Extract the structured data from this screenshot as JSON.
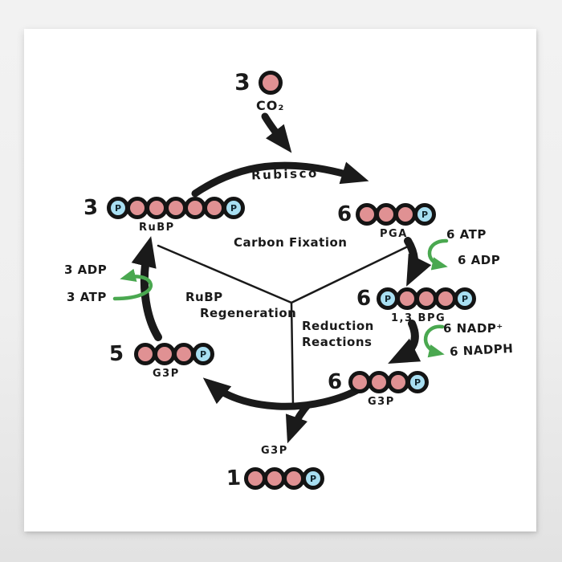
{
  "colors": {
    "background": "#efefef",
    "card": "#ffffff",
    "ink": "#1a1a1a",
    "carbon_fill": "#e09193",
    "phosphate_fill": "#a8dff2",
    "cofactor_arrow_green": "#4aa850"
  },
  "diagram": {
    "enzyme_label": "Rubisco",
    "sections": {
      "carbon_fixation": "Carbon Fixation",
      "regeneration_line1": "RuBP",
      "regeneration_line2": "Regeneration",
      "reduction_line1": "Reduction",
      "reduction_line2": "Reactions"
    },
    "molecules": {
      "co2": {
        "count": "3",
        "beads": [
          "C"
        ],
        "label": "CO₂"
      },
      "rubp": {
        "count": "3",
        "beads": [
          "P",
          "C",
          "C",
          "C",
          "C",
          "C",
          "P"
        ],
        "label": "RuBP"
      },
      "pga": {
        "count": "6",
        "beads": [
          "C",
          "C",
          "C",
          "P"
        ],
        "label": "PGA"
      },
      "bpg": {
        "count": "6",
        "beads": [
          "P",
          "C",
          "C",
          "C",
          "P"
        ],
        "label": "1,3 BPG"
      },
      "g3p_reduction": {
        "count": "6",
        "beads": [
          "C",
          "C",
          "C",
          "P"
        ],
        "label": "G3P"
      },
      "g3p_regeneration": {
        "count": "5",
        "beads": [
          "C",
          "C",
          "C",
          "P"
        ],
        "label": "G3P"
      },
      "g3p_output": {
        "count": "1",
        "beads": [
          "C",
          "C",
          "C",
          "P"
        ],
        "label": "G3P"
      }
    },
    "cofactors": {
      "atp_fixation_in": "6 ATP",
      "atp_fixation_out": "6 ADP",
      "nadp_in": "6 NADP⁺",
      "nadp_out": "6 NADPH",
      "atp_regen_out": "3 ADP",
      "atp_regen_in": "3 ATP"
    }
  }
}
